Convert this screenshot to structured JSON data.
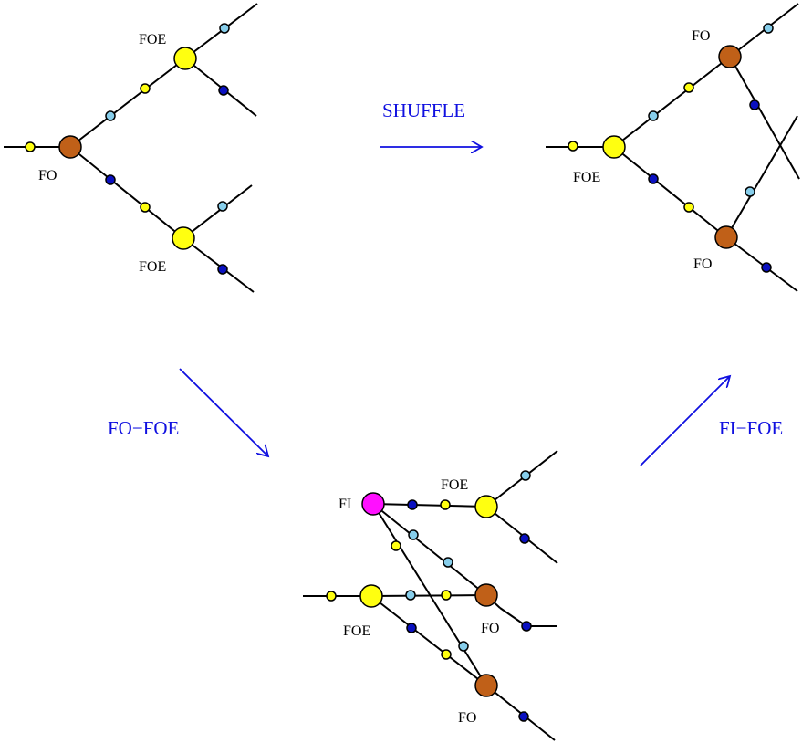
{
  "colors": {
    "foe_node": "#ffff10",
    "fo_node": "#c06018",
    "fi_node": "#ff10ff",
    "yellow_dot": "#ffff10",
    "light_blue_dot": "#87ceeb",
    "dark_blue_dot": "#0a10c0",
    "edge": "#000000",
    "arrow": "#1010e0"
  },
  "operations": {
    "shuffle": "SHUFFLE",
    "fo_foe": "FO−FOE",
    "fi_foe": "FI−FOE"
  },
  "labels": {
    "top_left": {
      "foe_top": "FOE",
      "fo": "FO",
      "foe_bottom": "FOE"
    },
    "top_right": {
      "fo_top": "FO",
      "foe": "FOE",
      "fo_bottom": "FO"
    },
    "bottom": {
      "fi": "FI",
      "foe_top": "FOE",
      "foe_left": "FOE",
      "fo_middle": "FO",
      "fo_bottom": "FO"
    }
  }
}
